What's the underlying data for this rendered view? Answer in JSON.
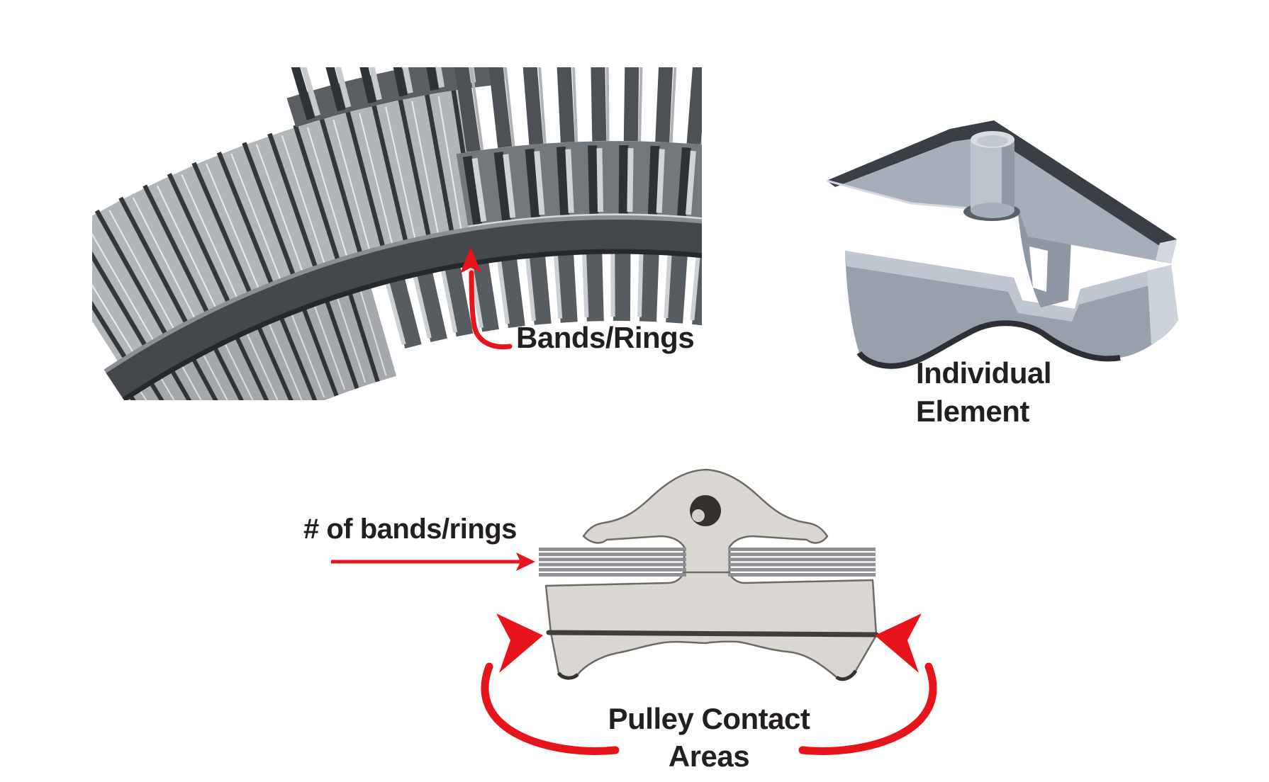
{
  "colors": {
    "red": "#e8141b",
    "ink": "#231f20",
    "background": "#ffffff"
  },
  "labels": {
    "bands_rings": "Bands/Rings",
    "num_bands": "# of bands/rings",
    "individual_element": [
      "Individual",
      "Element"
    ],
    "pulley_contact": [
      "Pulley Contact",
      "Areas"
    ]
  },
  "front_view": {
    "band_stripe_count": 6,
    "band_color": "#8e9093"
  }
}
